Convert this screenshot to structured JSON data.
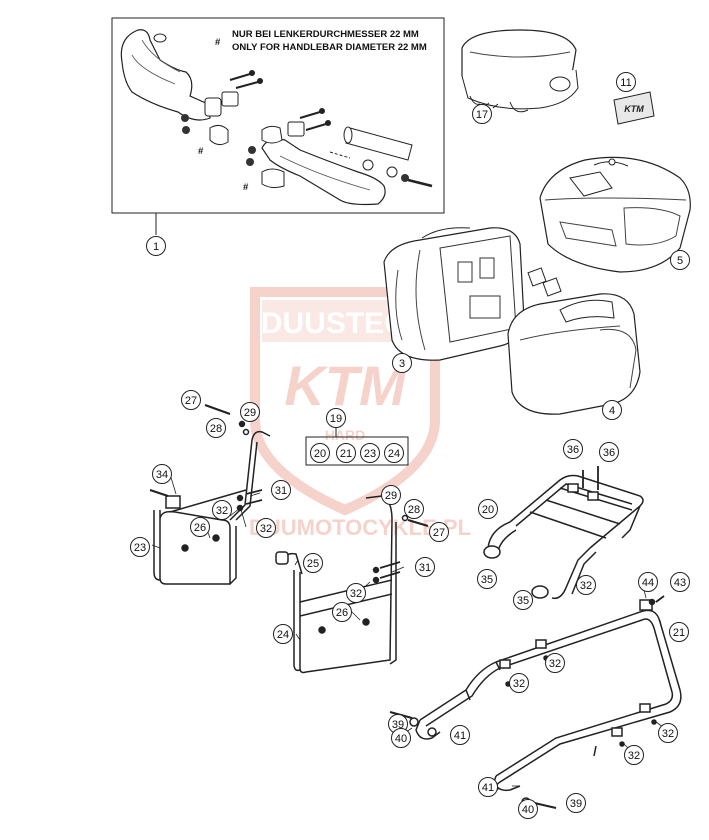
{
  "watermark": {
    "top_text": "DUUSTECO",
    "logo_text": "KTM",
    "sub_text": "HARD",
    "domain_text": "DUUMOTOCYKLE.PL",
    "color": "#e37f6a"
  },
  "handguard_box": {
    "note_hash": "#",
    "note_line1": "NUR BEI LENKERDURCHMESSER 22 MM",
    "note_line2": "ONLY FOR HANDLEBAR DIAMETER 22 MM",
    "hash_marks": [
      "#",
      "#",
      "#"
    ]
  },
  "callouts": [
    {
      "id": "c1",
      "label": "1"
    },
    {
      "id": "c3",
      "label": "3"
    },
    {
      "id": "c4",
      "label": "4"
    },
    {
      "id": "c5",
      "label": "5"
    },
    {
      "id": "c11",
      "label": "11"
    },
    {
      "id": "c17",
      "label": "17"
    },
    {
      "id": "c19",
      "label": "19"
    },
    {
      "id": "c20a",
      "label": "20"
    },
    {
      "id": "c21a",
      "label": "21"
    },
    {
      "id": "c23a",
      "label": "23"
    },
    {
      "id": "c24a",
      "label": "24"
    },
    {
      "id": "c27a",
      "label": "27"
    },
    {
      "id": "c28a",
      "label": "28"
    },
    {
      "id": "c29a",
      "label": "29"
    },
    {
      "id": "c34",
      "label": "34"
    },
    {
      "id": "c31a",
      "label": "31"
    },
    {
      "id": "c32a",
      "label": "32"
    },
    {
      "id": "c32b",
      "label": "32"
    },
    {
      "id": "c26a",
      "label": "26"
    },
    {
      "id": "c23b",
      "label": "23"
    },
    {
      "id": "c25",
      "label": "25"
    },
    {
      "id": "c29b",
      "label": "29"
    },
    {
      "id": "c28b",
      "label": "28"
    },
    {
      "id": "c27b",
      "label": "27"
    },
    {
      "id": "c31b",
      "label": "31"
    },
    {
      "id": "c32c",
      "label": "32"
    },
    {
      "id": "c26b",
      "label": "26"
    },
    {
      "id": "c24b",
      "label": "24"
    },
    {
      "id": "c36a",
      "label": "36"
    },
    {
      "id": "c36b",
      "label": "36"
    },
    {
      "id": "c20b",
      "label": "20"
    },
    {
      "id": "c35a",
      "label": "35"
    },
    {
      "id": "c35b",
      "label": "35"
    },
    {
      "id": "c32d",
      "label": "32"
    },
    {
      "id": "c44",
      "label": "44"
    },
    {
      "id": "c43",
      "label": "43"
    },
    {
      "id": "c21b",
      "label": "21"
    },
    {
      "id": "c32e",
      "label": "32"
    },
    {
      "id": "c32f",
      "label": "32"
    },
    {
      "id": "c39a",
      "label": "39"
    },
    {
      "id": "c40a",
      "label": "40"
    },
    {
      "id": "c41a",
      "label": "41"
    },
    {
      "id": "c32g",
      "label": "32"
    },
    {
      "id": "c32h",
      "label": "32"
    },
    {
      "id": "c41b",
      "label": "41"
    },
    {
      "id": "c40b",
      "label": "40"
    },
    {
      "id": "c39b",
      "label": "39"
    }
  ],
  "badge": {
    "logo_text": "KTM"
  }
}
